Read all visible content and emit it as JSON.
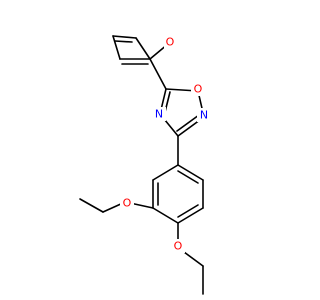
{
  "molecule": {
    "atoms": {
      "furan_o": {
        "symbol": "O",
        "color": "#ff0000"
      },
      "oxadiazole_o": {
        "symbol": "O",
        "color": "#ff0000"
      },
      "oxadiazole_n_right": {
        "symbol": "N",
        "color": "#0000ff"
      },
      "oxadiazole_n_left": {
        "symbol": "N",
        "color": "#0000ff"
      },
      "ether_o_upper": {
        "symbol": "O",
        "color": "#ff0000"
      },
      "ether_o_lower": {
        "symbol": "O",
        "color": "#ff0000"
      }
    }
  }
}
